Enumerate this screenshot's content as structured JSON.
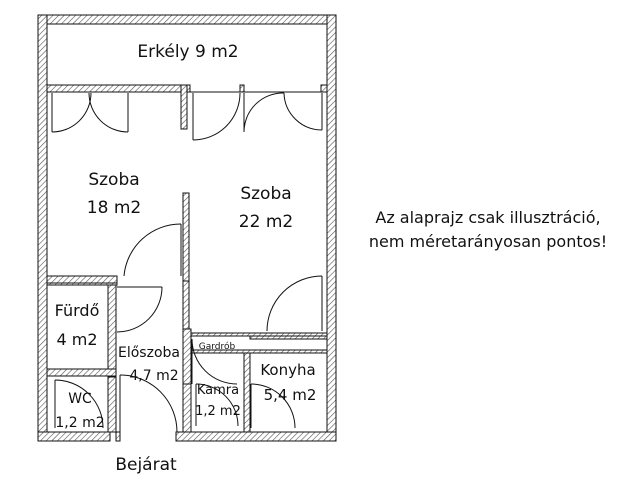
{
  "rooms": {
    "balcony": {
      "name": "Erkély 9 m2"
    },
    "room1": {
      "name": "Szoba",
      "area": "18 m2"
    },
    "room2": {
      "name": "Szoba",
      "area": "22 m2"
    },
    "bathroom": {
      "name": "Fürdő",
      "area": "4 m2"
    },
    "hallway": {
      "name": "Előszoba",
      "area": "4,7 m2"
    },
    "wardrobe": {
      "name": "Gardrób"
    },
    "kitchen": {
      "name": "Konyha",
      "area": "5,4 m2"
    },
    "pantry": {
      "name": "Kamra",
      "area": "1,2 m2"
    },
    "wc": {
      "name": "WC",
      "area": "1,2 m2"
    }
  },
  "entrance_label": "Bejárat",
  "note": {
    "line1": "Az alaprajz csak illusztráció,",
    "line2": "nem méretarányosan pontos!"
  },
  "colors": {
    "wall": "#111111",
    "hatch": "#555555",
    "background": "#ffffff"
  }
}
